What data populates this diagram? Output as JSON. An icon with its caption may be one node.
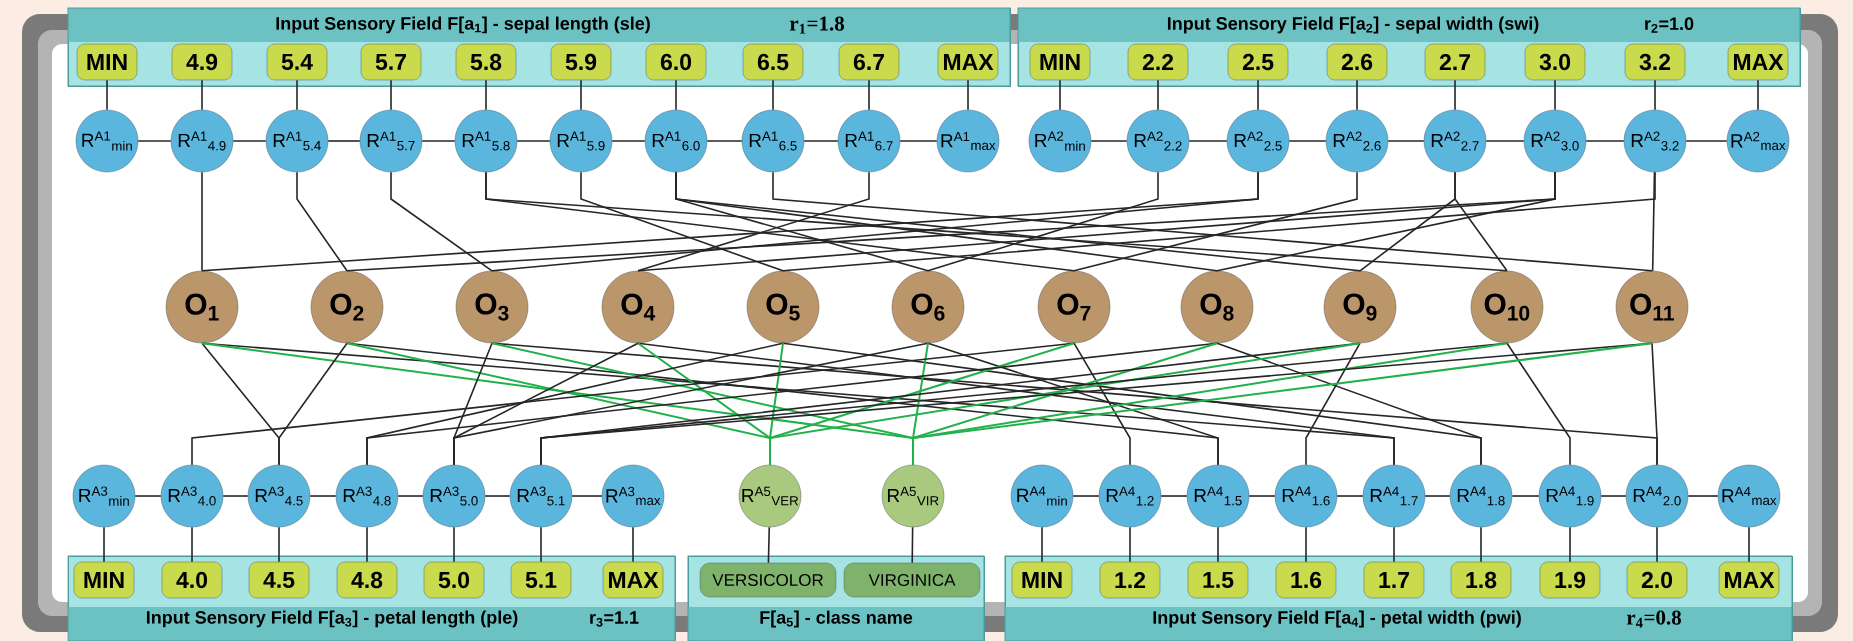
{
  "diagram": {
    "nodes": [
      {
        "text": [
          "Input Sensory Field F[a$_{1}$] - sepal length (sle)",
          "r$_{1}$=1.8"
        ]
      },
      {
        "text": [
          "MIN"
        ],
        "in": 0
      },
      {
        "text": [
          "4.9"
        ],
        "in": 0
      },
      {
        "text": [
          "5.4"
        ],
        "in": 0
      },
      {
        "text": [
          "5.7"
        ],
        "in": 0
      },
      {
        "text": [
          "5.8"
        ],
        "in": 0
      },
      {
        "text": [
          "5.9"
        ],
        "in": 0
      },
      {
        "text": [
          "6.0"
        ],
        "in": 0
      },
      {
        "text": [
          "6.5"
        ],
        "in": 0
      },
      {
        "text": [
          "6.7"
        ],
        "in": 0
      },
      {
        "text": [
          "MAX"
        ],
        "in": 0
      },
      {
        "text": [
          "Input Sensory Field F[a$_{2}$] - sepal width (swi)",
          "r$_{2}$=1.0"
        ]
      },
      {
        "text": [
          "MIN"
        ],
        "in": 11
      },
      {
        "text": [
          "2.2"
        ],
        "in": 11
      },
      {
        "text": [
          "2.5"
        ],
        "in": 11
      },
      {
        "text": [
          "2.6"
        ],
        "in": 11
      },
      {
        "text": [
          "2.7"
        ],
        "in": 11
      },
      {
        "text": [
          "3.0"
        ],
        "in": 11
      },
      {
        "text": [
          "3.2"
        ],
        "in": 11
      },
      {
        "text": [
          "MAX"
        ],
        "in": 11
      },
      {
        "text": [
          "R$^{A1}$$_{min}$"
        ]
      },
      {
        "text": [
          "R$^{A1}$$_{4.9}$"
        ]
      },
      {
        "text": [
          "R$^{A1}$$_{5.4}$"
        ]
      },
      {
        "text": [
          "R$^{A1}$$_{5.7}$"
        ]
      },
      {
        "text": [
          "R$^{A1}$$_{5.8}$"
        ]
      },
      {
        "text": [
          "R$^{A1}$$_{5.9}$"
        ]
      },
      {
        "text": [
          "R$^{A1}$$_{6.0}$"
        ]
      },
      {
        "text": [
          "R$^{A1}$$_{6.5}$"
        ]
      },
      {
        "text": [
          "R$^{A1}$$_{6.7}$"
        ]
      },
      {
        "text": [
          "R$^{A1}$$_{max}$"
        ]
      },
      {
        "text": [
          "R$^{A2}$$_{min}$"
        ]
      },
      {
        "text": [
          "R$^{A2}$$_{2.2}$"
        ]
      },
      {
        "text": [
          "R$^{A2}$$_{2.5}$"
        ]
      },
      {
        "text": [
          "R$^{A2}$$_{2.6}$"
        ]
      },
      {
        "text": [
          "R$^{A2}$$_{2.7}$"
        ]
      },
      {
        "text": [
          "R$^{A2}$$_{3.0}$"
        ]
      },
      {
        "text": [
          "R$^{A2}$$_{3.2}$"
        ]
      },
      {
        "text": [
          "R$^{A2}$$_{max}$"
        ]
      },
      {
        "text": [
          "O$_{1}$"
        ]
      },
      {
        "text": [
          "O$_{2}$"
        ]
      },
      {
        "text": [
          "O$_{3}$"
        ]
      },
      {
        "text": [
          "O$_{4}$"
        ]
      },
      {
        "text": [
          "O$_{5}$"
        ]
      },
      {
        "text": [
          "O$_{6}$"
        ]
      },
      {
        "text": [
          "O$_{7}$"
        ]
      },
      {
        "text": [
          "O$_{8}$"
        ]
      },
      {
        "text": [
          "O$_{9}$"
        ]
      },
      {
        "text": [
          "O$_{10}$"
        ]
      },
      {
        "text": [
          "O$_{11}$"
        ]
      },
      {
        "text": [
          "R$^{A3}$$_{min}$"
        ]
      },
      {
        "text": [
          "R$^{A3}$$_{4.0}$"
        ]
      },
      {
        "text": [
          "R$^{A3}$$_{4.5}$"
        ]
      },
      {
        "text": [
          "R$^{A3}$$_{4.8}$"
        ]
      },
      {
        "text": [
          "R$^{A3}$$_{5.0}$"
        ]
      },
      {
        "text": [
          "R$^{A3}$$_{5.1}$"
        ]
      },
      {
        "text": [
          "R$^{A3}$$_{max}$"
        ]
      },
      {
        "text": [
          "R$^{A5}$$_{VER}$"
        ]
      },
      {
        "text": [
          "R$^{A5}$$_{VIR}$"
        ]
      },
      {
        "text": [
          "R$^{A4}$$_{min}$"
        ]
      },
      {
        "text": [
          "R$^{A4}$$_{1.2}$"
        ]
      },
      {
        "text": [
          "R$^{A4}$$_{1.5}$"
        ]
      },
      {
        "text": [
          "R$^{A4}$$_{1.6}$"
        ]
      },
      {
        "text": [
          "R$^{A4}$$_{1.7}$"
        ]
      },
      {
        "text": [
          "R$^{A4}$$_{1.8}$"
        ]
      },
      {
        "text": [
          "R$^{A4}$$_{1.9}$"
        ]
      },
      {
        "text": [
          "R$^{A4}$$_{2.0}$"
        ]
      },
      {
        "text": [
          "R$^{A4}$$_{max}$"
        ]
      },
      {
        "text": [
          "Input Sensory Field F[a$_{3}$] - petal length (ple)",
          "r$_{3}$=1.1"
        ]
      },
      {
        "text": [
          "MIN"
        ],
        "in": 67
      },
      {
        "text": [
          "4.0"
        ],
        "in": 67
      },
      {
        "text": [
          "4.5"
        ],
        "in": 67
      },
      {
        "text": [
          "4.8"
        ],
        "in": 67
      },
      {
        "text": [
          "5.0"
        ],
        "in": 67
      },
      {
        "text": [
          "5.1"
        ],
        "in": 67
      },
      {
        "text": [
          "MAX"
        ],
        "in": 67
      },
      {
        "text": [
          "F[a$_{5}$] - class name"
        ]
      },
      {
        "text": [
          "VERSICOLOR"
        ],
        "in": 75
      },
      {
        "text": [
          "VIRGINICA"
        ],
        "in": 75
      },
      {
        "text": [
          "Input Sensory Field F[a$_{4}$] - petal width (pwi)",
          "r$_{4}$=0.8"
        ]
      },
      {
        "text": [
          "MIN"
        ],
        "in": 78
      },
      {
        "text": [
          "1.2"
        ],
        "in": 78
      },
      {
        "text": [
          "1.5"
        ],
        "in": 78
      },
      {
        "text": [
          "1.6"
        ],
        "in": 78
      },
      {
        "text": [
          "1.7"
        ],
        "in": 78
      },
      {
        "text": [
          "1.8"
        ],
        "in": 78
      },
      {
        "text": [
          "1.9"
        ],
        "in": 78
      },
      {
        "text": [
          "2.0"
        ],
        "in": 78
      },
      {
        "text": [
          "MAX"
        ],
        "in": 78
      }
    ],
    "edges": [
      {
        "from": 1,
        "to": 20,
        "arrow": "none"
      },
      {
        "from": 2,
        "to": 21,
        "arrow": "none"
      },
      {
        "from": 3,
        "to": 22,
        "arrow": "none"
      },
      {
        "from": 4,
        "to": 23,
        "arrow": "none"
      },
      {
        "from": 5,
        "to": 24,
        "arrow": "none"
      },
      {
        "from": 6,
        "to": 25,
        "arrow": "none"
      },
      {
        "from": 7,
        "to": 26,
        "arrow": "none"
      },
      {
        "from": 8,
        "to": 27,
        "arrow": "none"
      },
      {
        "from": 9,
        "to": 28,
        "arrow": "none"
      },
      {
        "from": 10,
        "to": 29,
        "arrow": "none"
      },
      {
        "from": 12,
        "to": 30,
        "arrow": "none"
      },
      {
        "from": 13,
        "to": 31,
        "arrow": "none"
      },
      {
        "from": 14,
        "to": 32,
        "arrow": "none"
      },
      {
        "from": 15,
        "to": 33,
        "arrow": "none"
      },
      {
        "from": 16,
        "to": 34,
        "arrow": "none"
      },
      {
        "from": 17,
        "to": 35,
        "arrow": "none"
      },
      {
        "from": 18,
        "to": 36,
        "arrow": "none"
      },
      {
        "from": 19,
        "to": 37,
        "arrow": "none"
      },
      {
        "from": 20,
        "to": 21,
        "arrow": "none"
      },
      {
        "from": 21,
        "to": 22,
        "arrow": "none"
      },
      {
        "from": 22,
        "to": 23,
        "arrow": "none"
      },
      {
        "from": 23,
        "to": 24,
        "arrow": "none"
      },
      {
        "from": 24,
        "to": 25,
        "arrow": "none"
      },
      {
        "from": 25,
        "to": 26,
        "arrow": "none"
      },
      {
        "from": 26,
        "to": 27,
        "arrow": "none"
      },
      {
        "from": 27,
        "to": 28,
        "arrow": "none"
      },
      {
        "from": 28,
        "to": 29,
        "arrow": "none"
      },
      {
        "from": 30,
        "to": 31,
        "arrow": "none"
      },
      {
        "from": 31,
        "to": 32,
        "arrow": "none"
      },
      {
        "from": 32,
        "to": 33,
        "arrow": "none"
      },
      {
        "from": 33,
        "to": 34,
        "arrow": "none"
      },
      {
        "from": 34,
        "to": 35,
        "arrow": "none"
      },
      {
        "from": 35,
        "to": 36,
        "arrow": "none"
      },
      {
        "from": 36,
        "to": 37,
        "arrow": "none"
      },
      {
        "from": 21,
        "to": 38,
        "arrow": "none"
      },
      {
        "from": 32,
        "to": 38,
        "arrow": "none"
      },
      {
        "from": 38,
        "to": 51,
        "arrow": "none"
      },
      {
        "from": 38,
        "to": 62,
        "arrow": "none"
      },
      {
        "from": 38,
        "to": 57,
        "arrow": "none",
        "color": "#22b04a"
      },
      {
        "from": 22,
        "to": 39,
        "arrow": "none"
      },
      {
        "from": 35,
        "to": 39,
        "arrow": "none"
      },
      {
        "from": 39,
        "to": 51,
        "arrow": "none"
      },
      {
        "from": 39,
        "to": 60,
        "arrow": "none"
      },
      {
        "from": 39,
        "to": 56,
        "arrow": "none",
        "color": "#22b04a"
      },
      {
        "from": 23,
        "to": 40,
        "arrow": "none"
      },
      {
        "from": 32,
        "to": 40,
        "arrow": "none"
      },
      {
        "from": 40,
        "to": 53,
        "arrow": "none"
      },
      {
        "from": 40,
        "to": 65,
        "arrow": "none"
      },
      {
        "from": 40,
        "to": 57,
        "arrow": "none",
        "color": "#22b04a"
      },
      {
        "from": 28,
        "to": 41,
        "arrow": "none"
      },
      {
        "from": 35,
        "to": 41,
        "arrow": "none"
      },
      {
        "from": 41,
        "to": 53,
        "arrow": "none"
      },
      {
        "from": 41,
        "to": 62,
        "arrow": "none"
      },
      {
        "from": 41,
        "to": 56,
        "arrow": "none",
        "color": "#22b04a"
      },
      {
        "from": 25,
        "to": 42,
        "arrow": "none"
      },
      {
        "from": 36,
        "to": 42,
        "arrow": "none"
      },
      {
        "from": 42,
        "to": 52,
        "arrow": "none"
      },
      {
        "from": 42,
        "to": 63,
        "arrow": "none"
      },
      {
        "from": 42,
        "to": 56,
        "arrow": "none",
        "color": "#22b04a"
      },
      {
        "from": 26,
        "to": 43,
        "arrow": "none"
      },
      {
        "from": 31,
        "to": 43,
        "arrow": "none"
      },
      {
        "from": 43,
        "to": 53,
        "arrow": "none"
      },
      {
        "from": 43,
        "to": 60,
        "arrow": "none"
      },
      {
        "from": 43,
        "to": 57,
        "arrow": "none",
        "color": "#22b04a"
      },
      {
        "from": 24,
        "to": 44,
        "arrow": "none"
      },
      {
        "from": 33,
        "to": 44,
        "arrow": "none"
      },
      {
        "from": 44,
        "to": 50,
        "arrow": "none"
      },
      {
        "from": 44,
        "to": 59,
        "arrow": "none"
      },
      {
        "from": 44,
        "to": 56,
        "arrow": "none",
        "color": "#22b04a"
      },
      {
        "from": 26,
        "to": 45,
        "arrow": "none"
      },
      {
        "from": 35,
        "to": 45,
        "arrow": "none"
      },
      {
        "from": 45,
        "to": 52,
        "arrow": "none"
      },
      {
        "from": 45,
        "to": 63,
        "arrow": "none"
      },
      {
        "from": 45,
        "to": 57,
        "arrow": "none",
        "color": "#22b04a"
      },
      {
        "from": 26,
        "to": 46,
        "arrow": "none"
      },
      {
        "from": 34,
        "to": 46,
        "arrow": "none"
      },
      {
        "from": 46,
        "to": 54,
        "arrow": "none"
      },
      {
        "from": 46,
        "to": 61,
        "arrow": "none"
      },
      {
        "from": 46,
        "to": 56,
        "arrow": "none",
        "color": "#22b04a"
      },
      {
        "from": 24,
        "to": 47,
        "arrow": "none"
      },
      {
        "from": 34,
        "to": 47,
        "arrow": "none"
      },
      {
        "from": 47,
        "to": 54,
        "arrow": "none"
      },
      {
        "from": 47,
        "to": 64,
        "arrow": "none"
      },
      {
        "from": 47,
        "to": 57,
        "arrow": "none",
        "color": "#22b04a"
      },
      {
        "from": 27,
        "to": 48,
        "arrow": "none"
      },
      {
        "from": 36,
        "to": 48,
        "arrow": "none"
      },
      {
        "from": 48,
        "to": 54,
        "arrow": "none"
      },
      {
        "from": 48,
        "to": 65,
        "arrow": "none"
      },
      {
        "from": 48,
        "to": 57,
        "arrow": "none",
        "color": "#22b04a"
      },
      {
        "from": 49,
        "to": 50,
        "arrow": "none"
      },
      {
        "from": 50,
        "to": 51,
        "arrow": "none"
      },
      {
        "from": 51,
        "to": 52,
        "arrow": "none"
      },
      {
        "from": 52,
        "to": 53,
        "arrow": "none"
      },
      {
        "from": 53,
        "to": 54,
        "arrow": "none"
      },
      {
        "from": 54,
        "to": 55,
        "arrow": "none"
      },
      {
        "from": 58,
        "to": 59,
        "arrow": "none"
      },
      {
        "from": 59,
        "to": 60,
        "arrow": "none"
      },
      {
        "from": 60,
        "to": 61,
        "arrow": "none"
      },
      {
        "from": 61,
        "to": 62,
        "arrow": "none"
      },
      {
        "from": 62,
        "to": 63,
        "arrow": "none"
      },
      {
        "from": 63,
        "to": 64,
        "arrow": "none"
      },
      {
        "from": 64,
        "to": 65,
        "arrow": "none"
      },
      {
        "from": 65,
        "to": 66,
        "arrow": "none"
      },
      {
        "from": 49,
        "to": 68,
        "arrow": "none"
      },
      {
        "from": 50,
        "to": 69,
        "arrow": "none"
      },
      {
        "from": 51,
        "to": 70,
        "arrow": "none"
      },
      {
        "from": 52,
        "to": 71,
        "arrow": "none"
      },
      {
        "from": 53,
        "to": 72,
        "arrow": "none"
      },
      {
        "from": 54,
        "to": 73,
        "arrow": "none"
      },
      {
        "from": 55,
        "to": 74,
        "arrow": "none"
      },
      {
        "from": 56,
        "to": 76,
        "arrow": "none"
      },
      {
        "from": 57,
        "to": 77,
        "arrow": "none"
      },
      {
        "from": 58,
        "to": 79,
        "arrow": "none"
      },
      {
        "from": 59,
        "to": 80,
        "arrow": "none"
      },
      {
        "from": 60,
        "to": 81,
        "arrow": "none"
      },
      {
        "from": 61,
        "to": 82,
        "arrow": "none"
      },
      {
        "from": 62,
        "to": 83,
        "arrow": "none"
      },
      {
        "from": 63,
        "to": 84,
        "arrow": "none"
      },
      {
        "from": 64,
        "to": 85,
        "arrow": "none"
      },
      {
        "from": 65,
        "to": 86,
        "arrow": "none"
      },
      {
        "from": 66,
        "to": 87,
        "arrow": "none"
      }
    ]
  }
}
